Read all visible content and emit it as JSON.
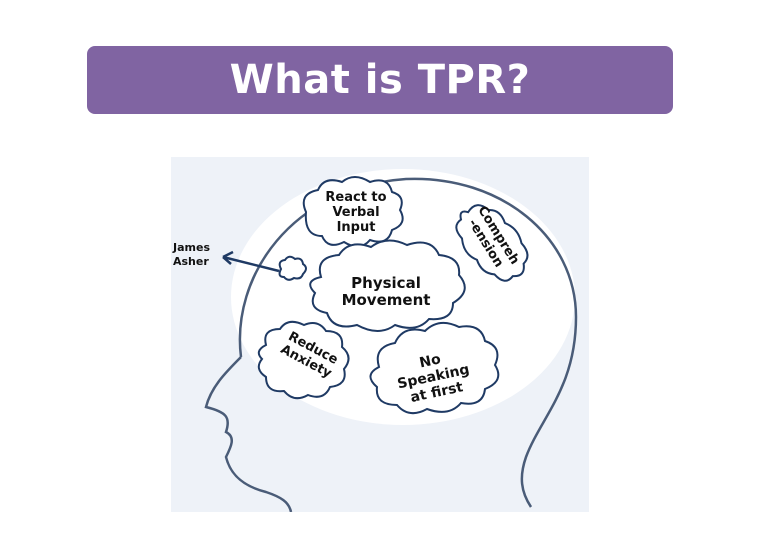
{
  "slide": {
    "title": "What is TPR?",
    "title_bar_color": "#8064a2"
  },
  "figure": {
    "side_label": {
      "line1": "James",
      "line2": "Asher"
    },
    "clouds": [
      {
        "id": "react",
        "line1": "React to",
        "line2": "Verbal",
        "line3": "Input"
      },
      {
        "id": "comprehension",
        "line1": "Compreh",
        "line2": "-ension"
      },
      {
        "id": "physical",
        "line1": "Physical",
        "line2": "Movement"
      },
      {
        "id": "anxiety",
        "line1": "Reduce",
        "line2": "Anxiety"
      },
      {
        "id": "speaking",
        "line1": "No",
        "line2": "Speaking",
        "line3": "at first"
      }
    ],
    "colors": {
      "outline": "#4a5c78",
      "cloud_stroke": "#1f3a64",
      "head_fill": "#ffffff",
      "background": "#eef2f8"
    }
  }
}
